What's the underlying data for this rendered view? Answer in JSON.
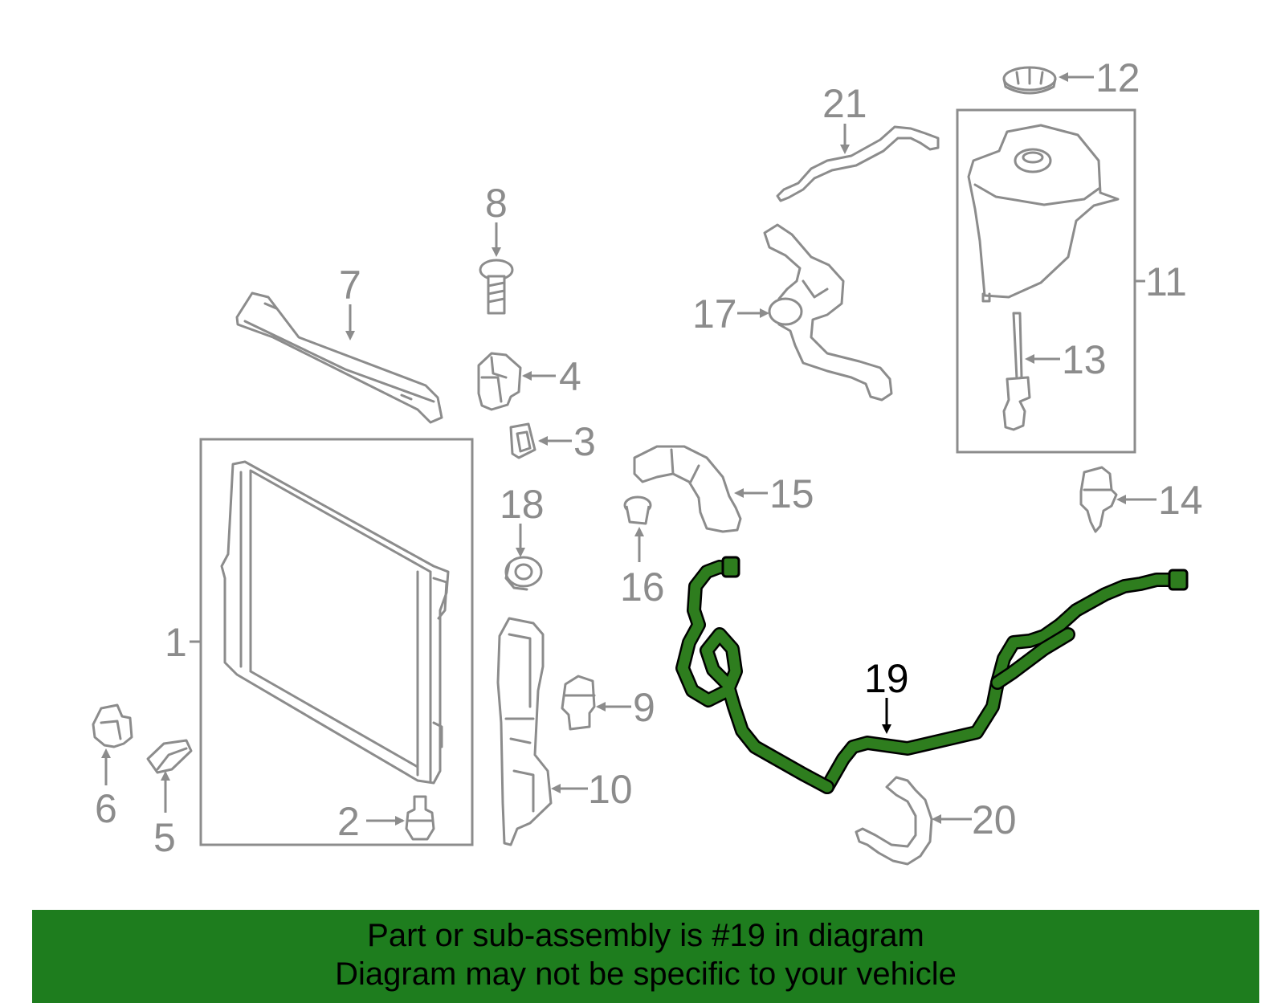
{
  "diagram": {
    "highlight_color": "#2e7d1e",
    "line_color": "#8c8c8c",
    "callouts": [
      {
        "id": "1",
        "label": "1"
      },
      {
        "id": "2",
        "label": "2"
      },
      {
        "id": "3",
        "label": "3"
      },
      {
        "id": "4",
        "label": "4"
      },
      {
        "id": "5",
        "label": "5"
      },
      {
        "id": "6",
        "label": "6"
      },
      {
        "id": "7",
        "label": "7"
      },
      {
        "id": "8",
        "label": "8"
      },
      {
        "id": "9",
        "label": "9"
      },
      {
        "id": "10",
        "label": "10"
      },
      {
        "id": "11",
        "label": "11"
      },
      {
        "id": "12",
        "label": "12"
      },
      {
        "id": "13",
        "label": "13"
      },
      {
        "id": "14",
        "label": "14"
      },
      {
        "id": "15",
        "label": "15"
      },
      {
        "id": "16",
        "label": "16"
      },
      {
        "id": "17",
        "label": "17"
      },
      {
        "id": "18",
        "label": "18"
      },
      {
        "id": "19",
        "label": "19"
      },
      {
        "id": "20",
        "label": "20"
      },
      {
        "id": "21",
        "label": "21"
      }
    ]
  },
  "banner": {
    "line1": "Part or sub-assembly is #19 in diagram",
    "line2": "Diagram may not be specific to your vehicle",
    "background": "#1e7d1e"
  }
}
